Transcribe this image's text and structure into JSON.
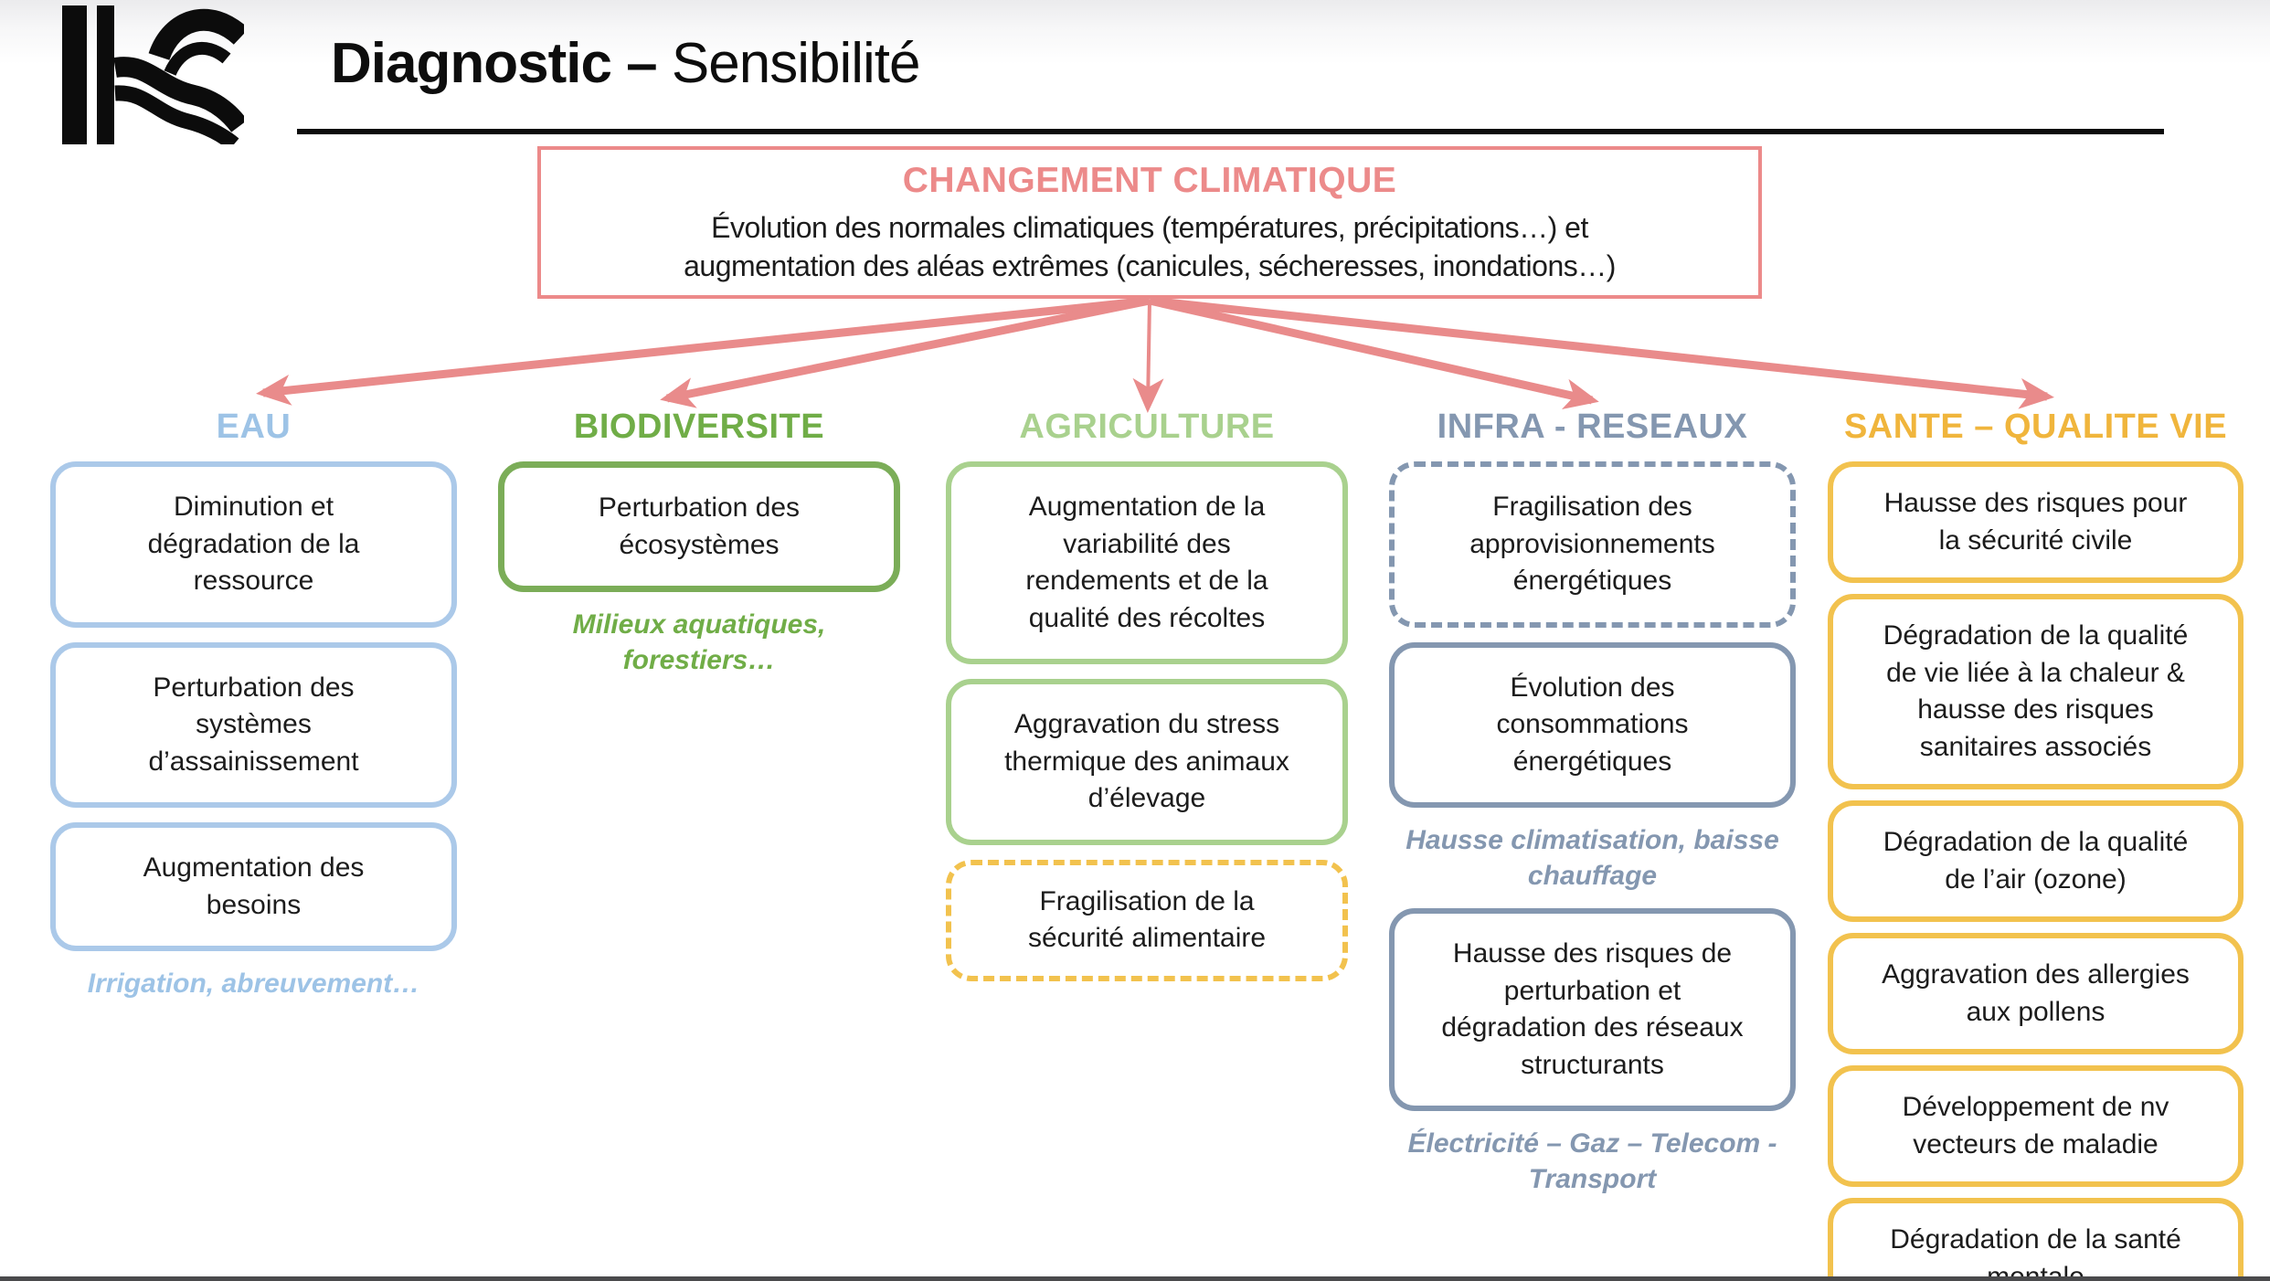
{
  "header": {
    "title_bold": "Diagnostic –",
    "title_regular": "Sensibilité",
    "logo": "region-logo"
  },
  "root_box": {
    "title": "CHANGEMENT CLIMATIQUE",
    "line1": "Évolution des normales climatiques (températures, précipitations…) et",
    "line2": "augmentation des aléas extrêmes (canicules, sécheresses, inondations…)",
    "border_color": "#ec8a8a",
    "arrow_color": "#e98b8b"
  },
  "columns": [
    {
      "id": "eau",
      "title": "EAU",
      "color": "#9dc3e6",
      "border_color": "#abc9e9",
      "boxes": [
        {
          "text": "Diminution et dégradation de la ressource",
          "style": "solid"
        },
        {
          "text": "Perturbation des systèmes d’assainissement",
          "style": "solid"
        },
        {
          "text": "Augmentation des besoins",
          "style": "solid"
        }
      ],
      "captions": [
        "Irrigation, abreuvement…"
      ]
    },
    {
      "id": "biodiversite",
      "title": "BIODIVERSITE",
      "color": "#70ad47",
      "border_color": "#7bad58",
      "boxes": [
        {
          "text": "Perturbation des écosystèmes",
          "style": "solid"
        }
      ],
      "captions": [
        "Milieux aquatiques, forestiers…"
      ]
    },
    {
      "id": "agriculture",
      "title": "AGRICULTURE",
      "color": "#a9d18e",
      "border_color": "#a9d18e",
      "boxes": [
        {
          "text": "Augmentation de la variabilité des rendements et de la qualité des récoltes",
          "style": "solid"
        },
        {
          "text": "Aggravation du stress thermique des animaux d’élevage",
          "style": "solid"
        },
        {
          "text": "Fragilisation de la sécurité alimentaire",
          "style": "dashed-gold"
        }
      ],
      "captions": []
    },
    {
      "id": "infra-reseaux",
      "title": "INFRA - RESEAUX",
      "color": "#8497b0",
      "border_color": "#8497b0",
      "boxes": [
        {
          "text": "Fragilisation des approvisionnements énergétiques",
          "style": "dashed"
        },
        {
          "text": "Évolution des consommations énergétiques",
          "style": "solid"
        },
        {
          "text": "Hausse des risques de perturbation et dégradation des réseaux structurants",
          "style": "solid"
        }
      ],
      "captions": [
        "Hausse climatisation, baisse chauffage",
        "Électricité – Gaz – Telecom - Transport"
      ]
    },
    {
      "id": "sante-qualite-vie",
      "title": "SANTE – QUALITE VIE",
      "color": "#f0b53c",
      "border_color": "#f2c24e",
      "boxes": [
        {
          "text": "Hausse des risques pour la sécurité civile",
          "style": "solid"
        },
        {
          "text": "Dégradation de la qualité de vie liée à la chaleur & hausse des risques sanitaires associés",
          "style": "solid"
        },
        {
          "text": "Dégradation de la qualité de l’air (ozone)",
          "style": "solid"
        },
        {
          "text": "Aggravation des allergies aux pollens",
          "style": "solid"
        },
        {
          "text": "Développement de nv vecteurs de maladie",
          "style": "solid"
        },
        {
          "text": "Dégradation de la santé mentale",
          "style": "solid"
        }
      ],
      "captions": []
    }
  ]
}
